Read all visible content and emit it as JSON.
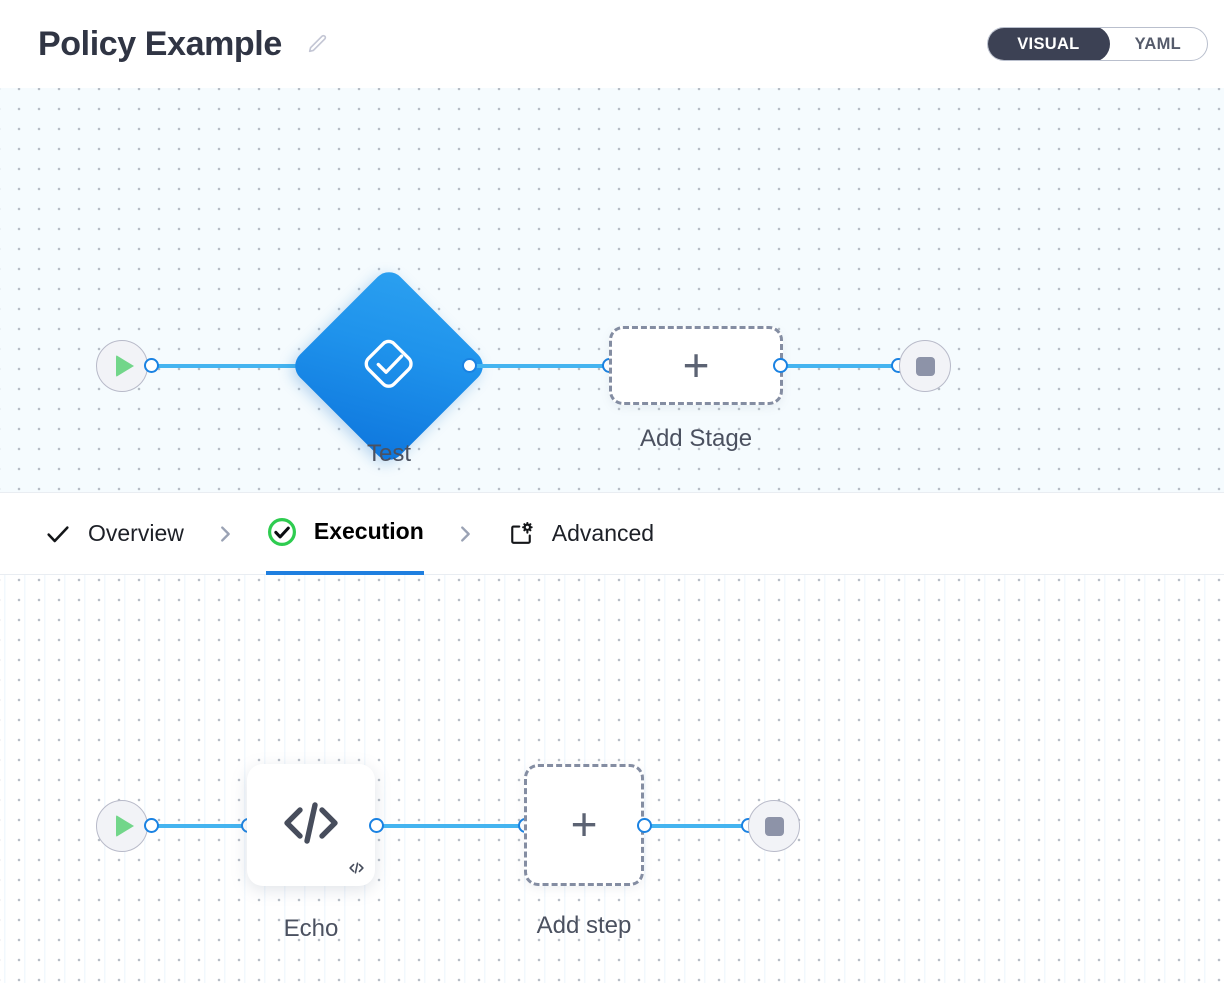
{
  "header": {
    "title": "Policy Example",
    "edit_icon": "pencil-icon",
    "mode_toggle": {
      "active": "VISUAL",
      "options": [
        "VISUAL",
        "YAML"
      ]
    }
  },
  "stage_canvas": {
    "start_node": {
      "icon": "play-icon",
      "label": ""
    },
    "nodes": [
      {
        "type": "stage",
        "label": "Test",
        "icon": "check-diamond-icon"
      },
      {
        "type": "add",
        "label": "Add Stage",
        "icon": "plus-icon"
      }
    ],
    "end_node": {
      "icon": "stop-icon",
      "label": ""
    }
  },
  "tabs": [
    {
      "label": "Overview",
      "icon": "check-icon",
      "active": false
    },
    {
      "label": "Execution",
      "icon": "check-circle-icon",
      "active": true
    },
    {
      "label": "Advanced",
      "icon": "settings-window-icon",
      "active": false
    }
  ],
  "tab_separator": "chevron-right-icon",
  "step_canvas": {
    "start_node": {
      "icon": "play-icon"
    },
    "nodes": [
      {
        "type": "step",
        "label": "Echo",
        "icon": "code-icon",
        "badge": "code-badge-icon"
      },
      {
        "type": "add",
        "label": "Add step",
        "icon": "plus-icon"
      }
    ],
    "end_node": {
      "icon": "stop-icon"
    }
  },
  "colors": {
    "accent_blue": "#1f7fe0",
    "edge_blue": "#44b4f0",
    "stage_blue": "#1f93ec",
    "success_green": "#2ecc50",
    "play_green": "#72d68a",
    "toggle_dark": "#3c4154"
  }
}
